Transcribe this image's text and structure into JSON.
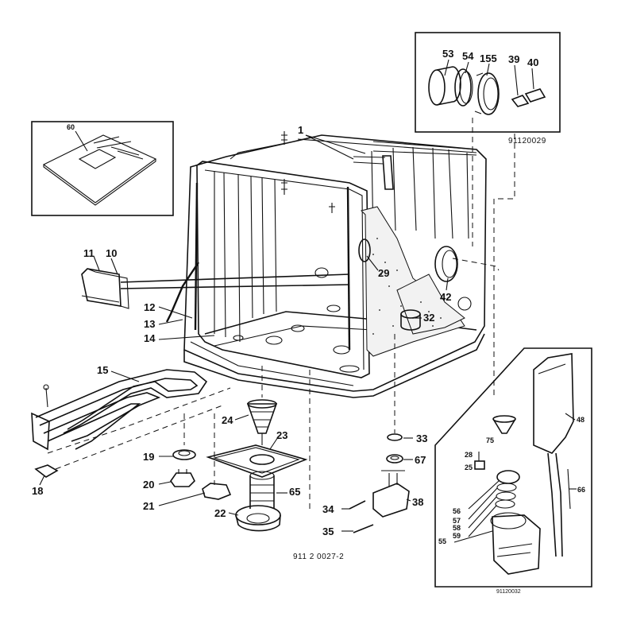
{
  "figure_code": "911 2 0027-2",
  "inset_top": {
    "code": "91120029",
    "labels": [
      "53",
      "54",
      "155",
      "39",
      "40"
    ]
  },
  "inset_right": {
    "code": "91120032",
    "labels": [
      "48",
      "75",
      "28",
      "25",
      "56",
      "57",
      "58",
      "59",
      "55",
      "66"
    ]
  },
  "inset_manual": {
    "labels": [
      "60"
    ]
  },
  "main_labels": [
    "1",
    "29",
    "42",
    "32",
    "11",
    "10",
    "12",
    "13",
    "14",
    "15",
    "18",
    "19",
    "20",
    "21",
    "22",
    "24",
    "23",
    "65",
    "33",
    "67",
    "34",
    "38",
    "35"
  ]
}
